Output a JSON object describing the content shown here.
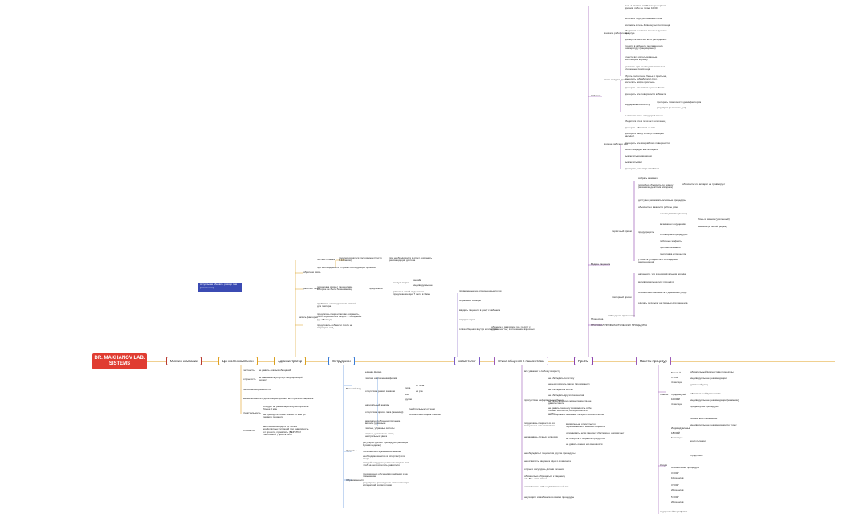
{
  "root": {
    "line1": "DR. MAKHANOV LAB.",
    "line2": "SISTEMS"
  },
  "note": "Актуальная обновле. разобр там (активности)",
  "mains": [
    {
      "key": "m0",
      "label": "Миссия компании",
      "color": "#b83a2f"
    },
    {
      "key": "m1",
      "label": "Ценности компании",
      "color": "#e0a020"
    },
    {
      "key": "m2",
      "label": "Администратор",
      "color": "#d9a020"
    },
    {
      "key": "m3",
      "label": "Сотрудники",
      "color": "#3a7bd5"
    },
    {
      "key": "m4",
      "label": "косметолог",
      "color": "#7c5cc4"
    },
    {
      "key": "m5",
      "label": "Этика общения с пациентами",
      "color": "#9b59b6"
    },
    {
      "key": "m6",
      "label": "Приём",
      "color": "#8e44ad"
    },
    {
      "key": "m7",
      "label": "Пакеты процедур",
      "color": "#9b59b6"
    }
  ],
  "values": [
    "честность",
    "не давать ложных обещаний",
    "открытость",
    "не навязывать услуги (стимулирующий сервис)",
    "персонализированность",
    "внимательность к деталям",
    "фиксировать все просьбы пациента",
    "пунктуальность",
    "следует не ранее задать нужно прибыть более 5 мин",
    "не приходить позже чем за 10 мин до первого пациента",
    "этичность",
    "вежливым находить из любых конфликтных ситуаций при зависимость от проекта, проявлять (ВЕРЕТЬИ ЧЕЛОВЕКА ) ценить себя"
  ],
  "admin": [
    "обратная связь",
    "после 1 приема",
    "поинтересоваться состоянием (спустя 6-12 часов)",
    "при необходимости в ответ сохранить рекомендации доктора",
    "при необходимости в сроках последующих приемов",
    "работа с базой",
    "поддержка связи с пациентами, которые не были более месяца",
    "предложить",
    "консультацию",
    "онлайн",
    "индивидуальные",
    "работа с новой лиды после ... предложение дня 7 фото в 3 мес",
    "запись факторов",
    "пробовать от сегодняшних записей для повтора",
    "предлагать пациентам как сохранить, либо переносить в запрос ... опоздание (до 15 минут)",
    "предложить соблюсти после не подходить под"
  ],
  "staff": [
    "единая форма",
    "чистая, наглаженная форма",
    "отсутствие резких запахов",
    "пота",
    "от тела",
    "изо",
    "из рта",
    "духов",
    "Внешний вид",
    "натуральный макияж",
    "отсутствие яркого лака (маникюр)",
    "(нейтральные) оттенки",
    "обязательно в день приема",
    "аккуратно собранная прическа / волосы (длинные)",
    "чистые, убранные волосы",
    "чистые, ухоженные ногти, нейтральных цвета",
    "Здоровье",
    "регулярно делают процедуры (минимум 1 раз в неделю)",
    "пользоваться нужными витамины",
    "необходимо занятие в (спортзал) или спорт",
    "каждый сотрудник должен выглядеть так, чтоб на него хотелось равняться",
    "Образованность",
    "прохождение обучения в компании и на повышение",
    "регулярное прохождение новинок в мире аппаратной косметологии"
  ],
  "cosm": [
    "проведенные на определенные точки",
    "штрафные санкции",
    "вводить пациента в дому с кабинета",
    "подарок через",
    "этика общения внутри коллектива",
    "общение и разговоры где-то друг с другом на \"ты\", в отношении взрослых"
  ],
  "ethics": [
    "все уважают к любому возрасту",
    "не обсуждать политику",
    "нельзя говорить масло (пробование)",
    "не обсуждать в коллег",
    "не обсуждать других пациентов",
    "не лезть в личную жизнь пациента, не давать советы",
    "не давать пациенту возможность себе личных контактов, интересоваться хобби",
    "анализировать основные беседы с косметологом",
    "присутствие неформальных бесед",
    "поддержать пациента в его эмоциональном состоянии",
    "внимательно относиться к переживаниям и мнению пациента",
    "успокаивать, если пациент обеспокоен, нервничает",
    "не задавать личных вопросов",
    "не говорить о пациенте при других",
    "не давать оценки его внешности",
    "не обсуждать с пациентом другие процедуры",
    "не оставлять пациента одного в кабинете",
    "открыто обсуждать детали лечения",
    "обязательно обращаться к пациенту на «Вы» и по имени",
    "не позволять себе неуважительный тон",
    "не уходить из кабинета во время процедуры"
  ],
  "reception": [
    "Кабинет",
    "в начале рабочего дня",
    "быть в клинике за 20 мин до первого приема, либо не позже 10:30",
    "включить подогрев ванны и пола",
    "положить в печь 4 свернутых полотенца",
    "убедиться в чистоте ванны и кушеток на сухую",
    "проверить наличие всех расходников",
    "сходить в кабинете регламентную температуру (кондиционер)",
    "после каждого приема",
    "отнести все использованные полотенца в корзину",
    "доложить при необходимости в печь сложенные полотенца",
    "убрать постельное белье и простыни, протереть (обработать) стол, постелить новую простынь",
    "протереть все используемые банки",
    "протереть все поверхности кабинета",
    "поддерживать чистоту",
    "протереть поверхности дезинфектором",
    "регулярно (в течение дня)",
    "в конце рабочего дня",
    "выключить печь и подогрев ванны",
    "убедиться что в печи нет полотенец",
    "протереть обязательно всё",
    "протереть ванну и пол (с помощью насадок)",
    "протереть все все рабочие поверхности",
    "снять с зарядки все аппараты",
    "выключить кондиционер",
    "выключить свет",
    "проверить, что закрыт кабинет",
    "Ведите пациента",
    "первичный прием",
    "собрать анамнез",
    "подробно объяснить по поводу (механизм действия аппарата)",
    "объяснить что аппарат не травмирует",
    "доступно рассказать основные процедуры",
    "объяснить о важности работы дома",
    "предупредить",
    "о последствиях (легкое)",
    "возможных ощущениях",
    "боль и жжение (усиленный)",
    "жжение (в легкой форме)",
    "о повторных процедурах",
    "побочные эффекты",
    "противопоказания",
    "подготовка к процедуре",
    "уточнить у пациента о соблюдении рекомендаций",
    "повторный прием",
    "напомнить, что в индивидуальном порядке",
    "мотивировать на курс процедур",
    "обязательно напомнить о домашнем уходе",
    "сделать результат наглядным для пациента",
    "Процедура",
    "соблюдение протоколов",
    "ПРОТОКОЛ ПРОФИЛАКТИЧЕСКИХ ПРОЦЕДУРЫ"
  ],
  "packages": [
    "Пакеты",
    "Базовый",
    "3 500₽",
    "4 месяца",
    "обязательный диагностика процедуры",
    "индивидуальные рекомендации",
    "домашний уход",
    "Продвинутый",
    "10 000₽",
    "4 месяца",
    "обязательный диагностика",
    "индивидуальные рекомендации (на месяц)",
    "продвинутые процедуры",
    "Индивидуальный",
    "18 000₽",
    "6 месяцев",
    "полное восстановление",
    "индивидуальные рекомендации по уходу",
    "консультации",
    "Продление",
    "Услуги",
    "обязательная процедура",
    "3 000₽",
    "10 сеансов",
    "3 500₽",
    "20 сеансов",
    "5 000₽",
    "20 сеансов",
    "подарочный сертификат"
  ]
}
